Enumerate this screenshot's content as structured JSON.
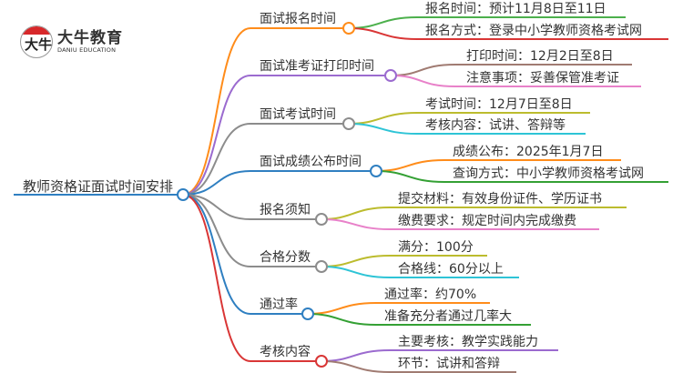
{
  "logo": {
    "name_cn": "大牛教育",
    "name_en": "DANIU EDUCATION",
    "mark": "大牛"
  },
  "root": {
    "label": "教师资格证面试时间安排",
    "color": "#2f7fc1"
  },
  "branches": [
    {
      "label": "面试报名时间",
      "color": "#ff8c1a",
      "children": [
        {
          "label": "报名时间：预计11月8日至11日",
          "color": "#4cb04c"
        },
        {
          "label": "报名方式：登录中小学教师资格考试网",
          "color": "#d93636"
        }
      ]
    },
    {
      "label": "面试准考证打印时间",
      "color": "#9b6bcf",
      "children": [
        {
          "label": "打印时间：12月2日至8日",
          "color": "#a07b72"
        },
        {
          "label": "注意事项：妥善保管准考证",
          "color": "#e881c9"
        }
      ]
    },
    {
      "label": "面试考试时间",
      "color": "#8c8c8c",
      "children": [
        {
          "label": "考试时间：12月7日至8日",
          "color": "#bcbc2e"
        },
        {
          "label": "考核内容：试讲、答辩等",
          "color": "#2ec4d6"
        }
      ]
    },
    {
      "label": "面试成绩公布时间",
      "color": "#2f7fc1",
      "children": [
        {
          "label": "成绩公布：2025年1月7日",
          "color": "#ff8c1a"
        },
        {
          "label": "查询方式：中小学教师资格考试网",
          "color": "#34a034"
        }
      ]
    },
    {
      "label": "报名须知",
      "color": "#8c8c8c",
      "children": [
        {
          "label": "提交材料：有效身份证件、学历证书",
          "color": "#bcbc2e"
        },
        {
          "label": "缴费要求：规定时间内完成缴费",
          "color": "#e881c9"
        }
      ]
    },
    {
      "label": "合格分数",
      "color": "#8c8c8c",
      "children": [
        {
          "label": "满分：100分",
          "color": "#bcbc2e"
        },
        {
          "label": "合格线：60分以上",
          "color": "#2ec4d6"
        }
      ]
    },
    {
      "label": "通过率",
      "color": "#2f7fc1",
      "children": [
        {
          "label": "通过率：约70%",
          "color": "#ff8c1a"
        },
        {
          "label": "准备充分者通过几率大",
          "color": "#34a034"
        }
      ]
    },
    {
      "label": "考核内容",
      "color": "#d93636",
      "children": [
        {
          "label": "主要考核：教学实践能力",
          "color": "#9b6bcf"
        },
        {
          "label": "环节：试讲和答辩",
          "color": "#a07b72"
        }
      ]
    }
  ]
}
